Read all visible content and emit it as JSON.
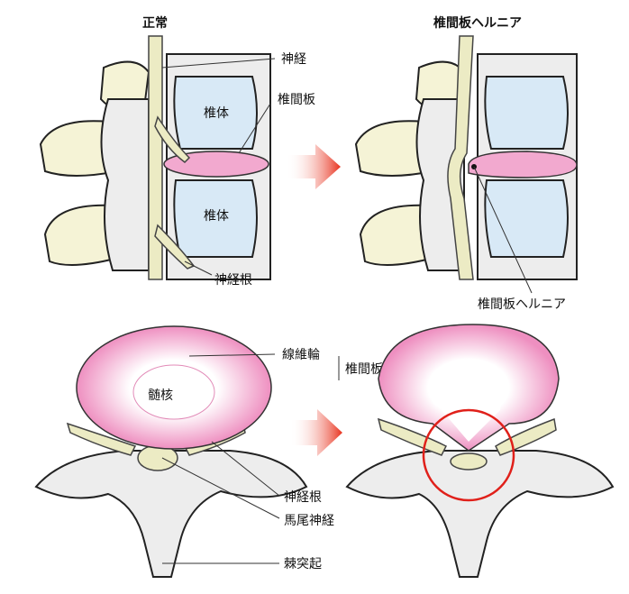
{
  "titles": {
    "normal": "正常",
    "hernia": "椎間板ヘルニア"
  },
  "side_view_labels": {
    "nerve": "神経",
    "disc": "椎間板",
    "vertebral_body_upper": "椎体",
    "vertebral_body_lower": "椎体",
    "nerve_root": "神経根",
    "disc_hernia": "椎間板ヘルニア"
  },
  "axial_view_labels": {
    "annulus_fibrosus": "線維輪",
    "disc": "椎間板",
    "nucleus_pulposus": "髄核",
    "nerve_root": "神経根",
    "cauda_equina": "馬尾神経",
    "spinous_process": "棘突起"
  },
  "colors": {
    "arrow": "#e8321e",
    "highlight_circle": "#e0201a",
    "disc": "#f2a9cf",
    "vertebra": "#d8e9f6"
  }
}
